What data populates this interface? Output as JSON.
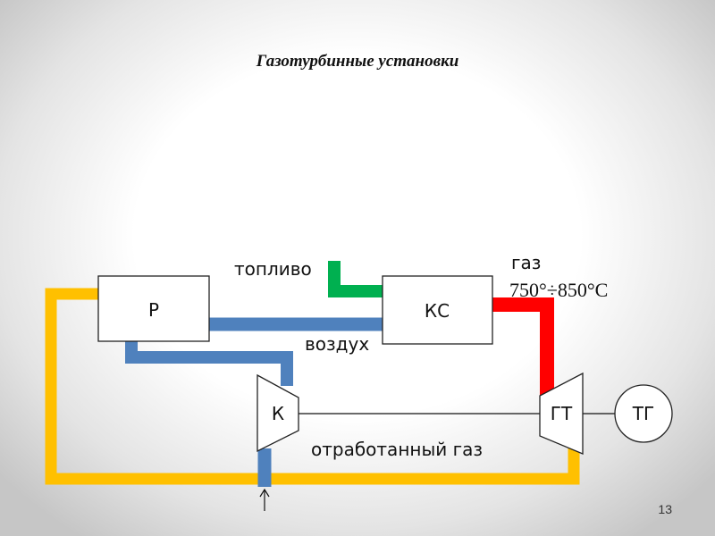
{
  "title": "Газотурбинные установки",
  "page_number": "13",
  "nodes": {
    "regenerator": "Р",
    "combustion_chamber": "КС",
    "compressor": "К",
    "gas_turbine": "ГТ",
    "generator": "ТГ"
  },
  "labels": {
    "fuel": "топливо",
    "gas": "газ",
    "gas_temperature": "750°÷850°C",
    "air": "воздух",
    "exhaust_gas": "отработанный газ"
  },
  "colors": {
    "exhaust_line": "#ffc000",
    "air_line": "#4f81bd",
    "fuel_line": "#00b050",
    "hot_gas_line": "#ff0000"
  }
}
